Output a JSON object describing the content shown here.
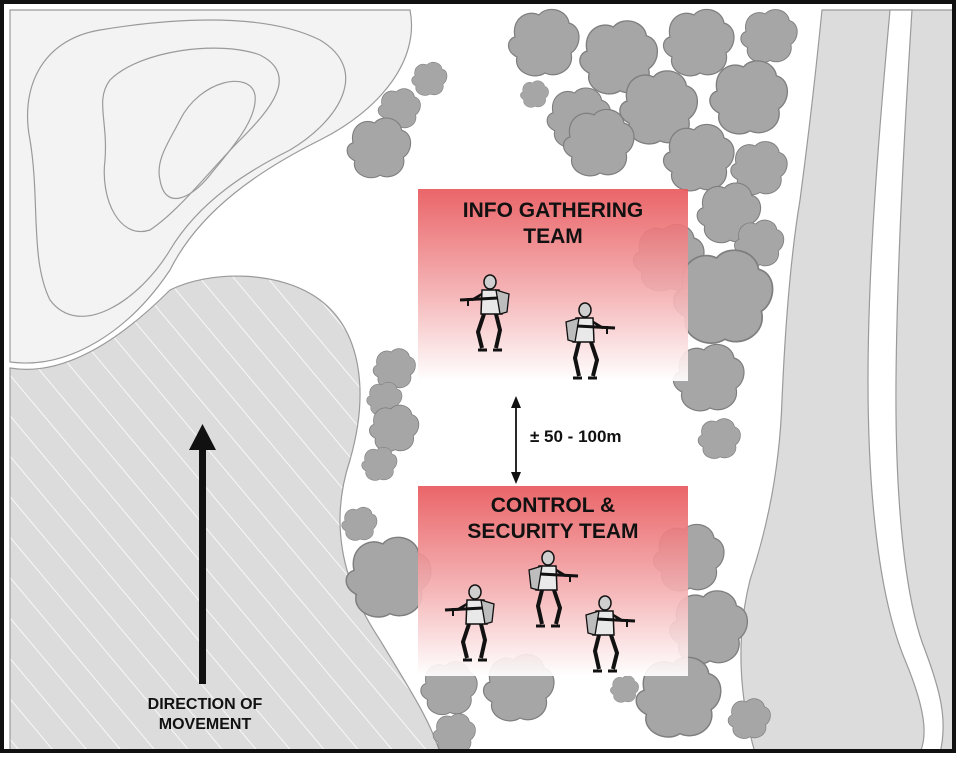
{
  "teams": {
    "info": {
      "line1": "INFO GATHERING",
      "line2": "TEAM",
      "soldier_count": 2
    },
    "control": {
      "line1": "CONTROL &",
      "line2": "SECURITY TEAM",
      "soldier_count": 3
    }
  },
  "spacing": {
    "label": "± 50 - 100m"
  },
  "direction": {
    "line1": "DIRECTION OF",
    "line2": "MOVEMENT"
  },
  "colors": {
    "team_box_top": "#e8585c",
    "vegetation": "#a6a6a6",
    "terrain_fill": "#dcdcdc",
    "border": "#111111"
  }
}
